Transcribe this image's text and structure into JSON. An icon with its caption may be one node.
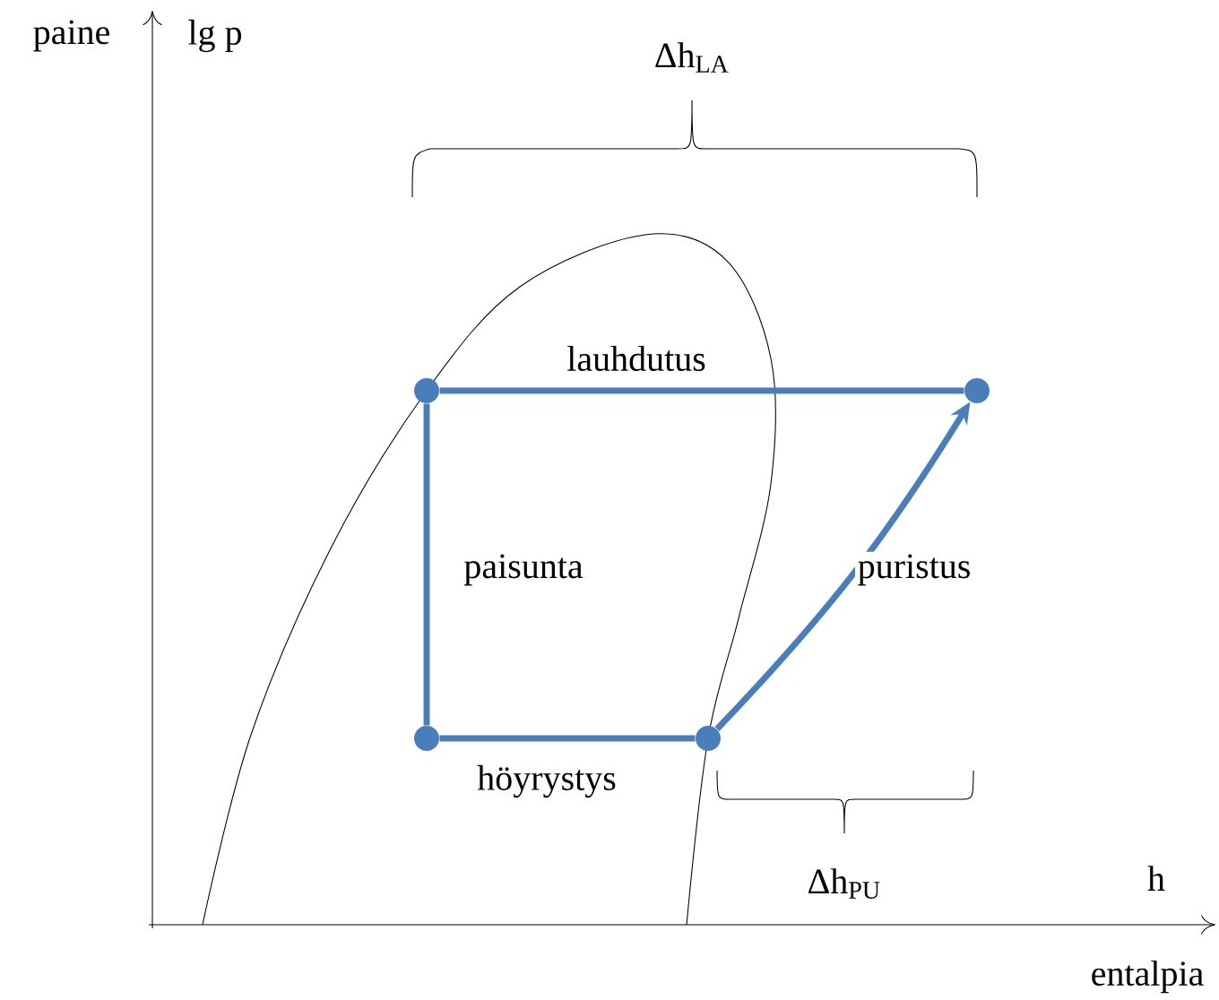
{
  "diagram": {
    "nodes": [
      {
        "text": [],
        "shape": "circle"
      },
      {
        "text": [],
        "shape": "circle"
      },
      {
        "text": [],
        "shape": "circle"
      },
      {
        "text": [],
        "shape": "circle"
      }
    ],
    "edges": [
      {
        "from": 1,
        "to": 0,
        "arrow": "none",
        "label": "lauhdutus"
      },
      {
        "from": 0,
        "to": 2,
        "arrow": "none",
        "label": "paisunta"
      },
      {
        "from": 2,
        "to": 3,
        "arrow": "none",
        "label": "höyrystys"
      },
      {
        "from": 3,
        "to": 1,
        "arrow": "to",
        "label": "puristus"
      }
    ],
    "labels": [
      "paine",
      "lg p",
      "Δh$_{LA}$",
      "Δh$_{PU}$",
      "h",
      "entalpia"
    ]
  }
}
